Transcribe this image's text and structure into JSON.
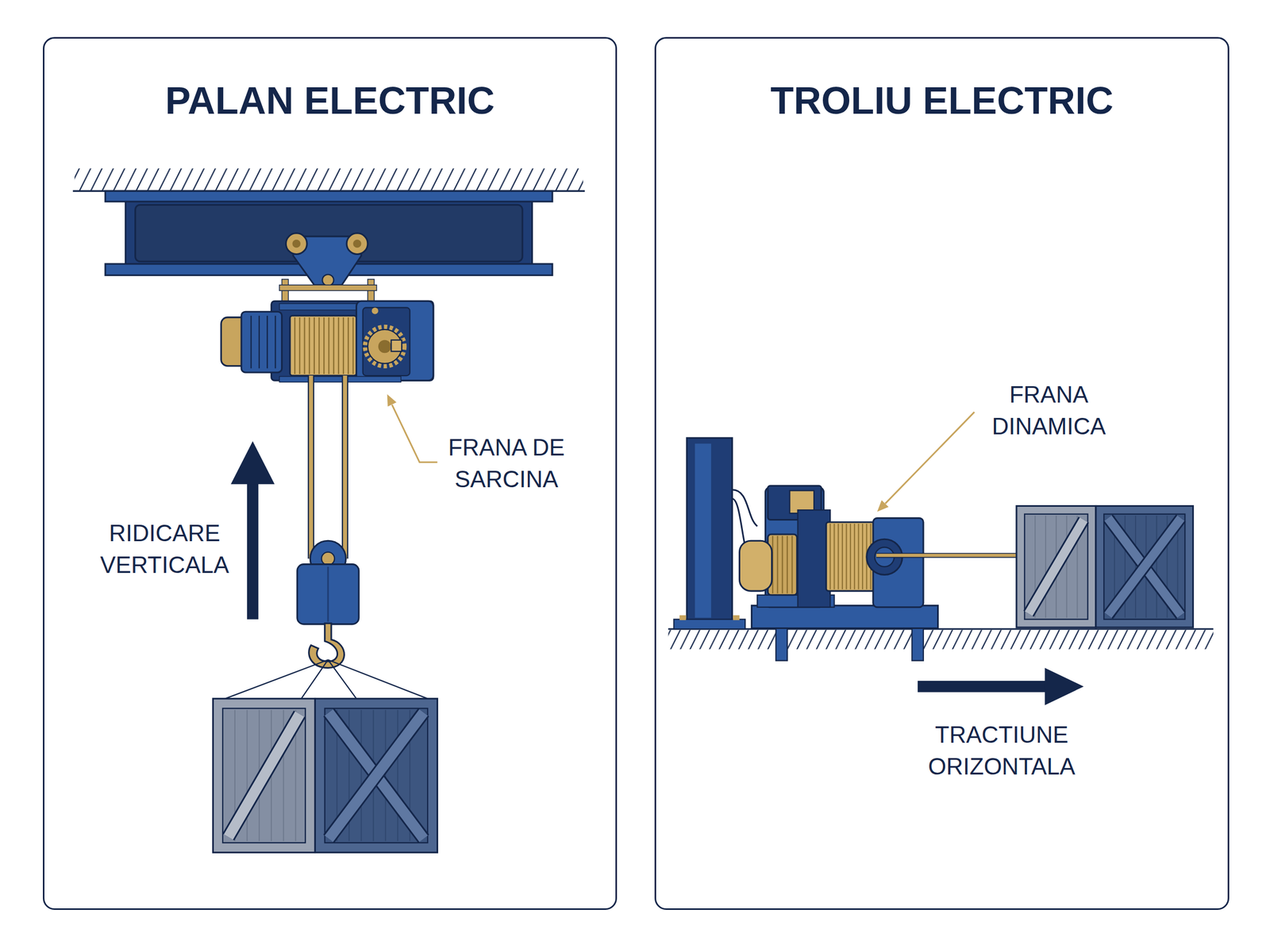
{
  "diagram": {
    "nodes": [
      {
        "text": [
          "PALAN ELECTRIC"
        ]
      },
      {
        "text": [
          "TROLIU ELECTRIC"
        ]
      }
    ],
    "labels": [
      "FRANA DE SARCINA",
      "RIDICARE VERTICALA",
      "FRANA DINAMICA",
      "TRACTIUNE ORIZONTALA"
    ]
  }
}
